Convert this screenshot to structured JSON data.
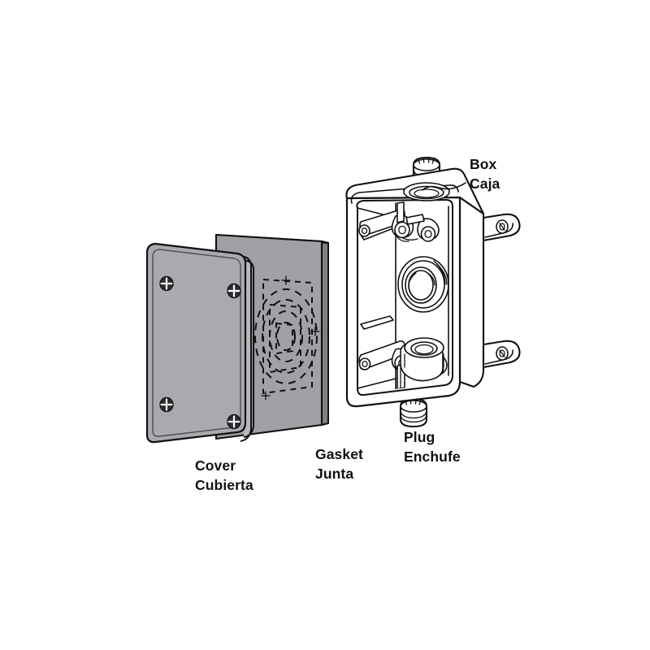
{
  "diagram": {
    "type": "exploded-assembly-illustration",
    "subject": "Weatherproof electrical outlet box assembly",
    "background_color": "#ffffff",
    "line_color": "#111111",
    "parts": [
      {
        "id": "cover",
        "label_en": "Cover",
        "label_es": "Cubierta",
        "fill_color": "#a9aaae",
        "edge_color": "#b8b9bd",
        "screw_count": 4,
        "screw_type": "phillips"
      },
      {
        "id": "gasket",
        "label_en": "Gasket",
        "label_es": "Junta",
        "fill_color": "#a0a1a6",
        "edge_color": "#8e8f94",
        "hidden_detail": "dashed knockout outline"
      },
      {
        "id": "box",
        "label_en": "Box",
        "label_es": "Caja",
        "fill_color": "#ffffff",
        "hub_count": 3,
        "mounting_ears": 2
      },
      {
        "id": "plug",
        "label_en": "Plug",
        "label_es": "Enchufe",
        "fill_color": "#ffffff",
        "count": 2
      }
    ]
  },
  "labels": {
    "box": {
      "line1": "Box",
      "line2": "Caja"
    },
    "plug": {
      "line1": "Plug",
      "line2": "Enchufe"
    },
    "gasket": {
      "line1": "Gasket",
      "line2": "Junta"
    },
    "cover": {
      "line1": "Cover",
      "line2": "Cubierta"
    }
  }
}
